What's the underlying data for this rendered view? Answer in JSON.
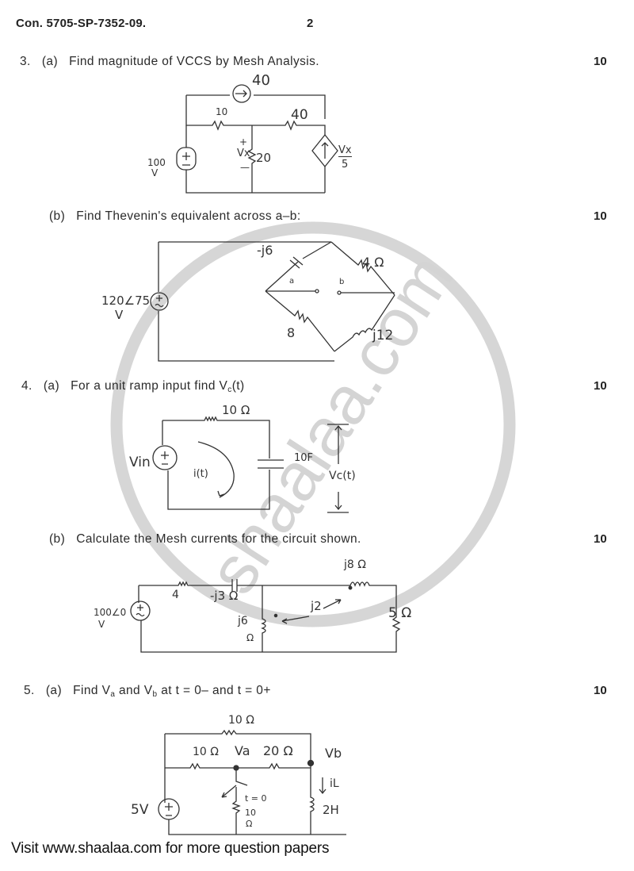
{
  "header": {
    "code": "Con. 5705-SP-7352-09.",
    "page_number": "2"
  },
  "questions": [
    {
      "number": "3.",
      "part": "(a)",
      "text": "Find magnitude of VCCS by Mesh Analysis.",
      "marks": "10",
      "circuit_labels": {
        "current_source": "40",
        "r1": "10",
        "r2": "40",
        "r3": "20",
        "vx_plus": "+",
        "vx": "Vx",
        "vx_minus": "—",
        "voltage_source": "100",
        "voltage_unit": "V",
        "vccs_num": "Vx",
        "vccs_den": "5"
      }
    },
    {
      "number": "",
      "part": "(b)",
      "text": "Find Thevenin's equivalent across a–b:",
      "marks": "10",
      "circuit_labels": {
        "source": "120∠75",
        "source_unit": "V",
        "capacitor": "-j6",
        "r_top": "4 Ω",
        "r_bottom": "8",
        "inductor": "j12",
        "terminal_a": "a",
        "terminal_b": "b"
      }
    },
    {
      "number": "4.",
      "part": "(a)",
      "text_prefix": "For a unit ramp input find V",
      "text_sub": "c",
      "text_suffix": "(t)",
      "marks": "10",
      "circuit_labels": {
        "resistor": "10 Ω",
        "capacitor": "10F",
        "source": "Vin",
        "current": "i(t)",
        "output": "Vc(t)"
      }
    },
    {
      "number": "",
      "part": "(b)",
      "text": "Calculate the Mesh currents for the circuit shown.",
      "marks": "10",
      "circuit_labels": {
        "source": "100∠0",
        "source_unit": "V",
        "resistor": "4",
        "capacitor": "-j3 Ω",
        "inductor1": "j8 Ω",
        "inductor2": "j6",
        "inductor2_unit": "Ω",
        "mutual": "j2",
        "r_right": "5 Ω"
      }
    },
    {
      "number": "5.",
      "part": "(a)",
      "text_prefix": "Find V",
      "sub_a": "a",
      "text_mid": " and V",
      "sub_b": "b",
      "text_suffix": " at t = 0– and t = 0+",
      "marks": "10",
      "circuit_labels": {
        "r_top": "10 Ω",
        "r_left": "10 Ω",
        "node_a": "Va",
        "r_mid": "20 Ω",
        "node_b": "Vb",
        "current": "iL",
        "switch": "t = 0",
        "r_switch": "10",
        "r_switch_unit": "Ω",
        "inductor": "2H",
        "source": "5V"
      }
    }
  ],
  "watermark": {
    "text": "shaalaa.com",
    "color": "#d4d4d4"
  },
  "footer": {
    "text": "Visit www.shaalaa.com for more question papers"
  }
}
